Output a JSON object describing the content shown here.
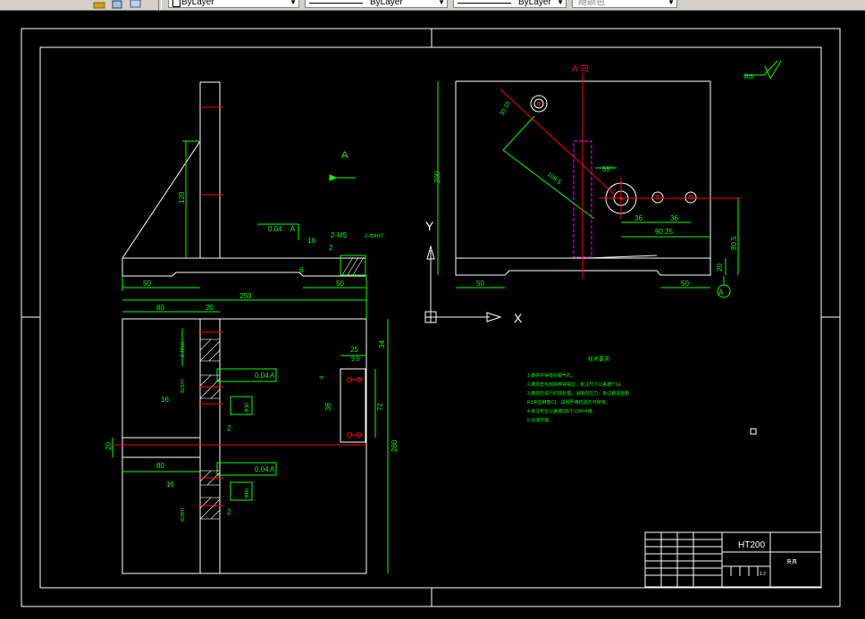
{
  "toolbar": {
    "layer_color": "ByLayer",
    "linetype": "ByLayer",
    "lineweight": "ByLayer",
    "plot_style": "随颜色"
  },
  "drawing": {
    "section_label": "A",
    "view_label": "A 向",
    "roughness_note": "其余",
    "material": "HT200",
    "part_name": "夹具",
    "ucs_x": "X",
    "ucs_y": "Y",
    "datum_a": "A",
    "tech_req": {
      "title": "技术要求",
      "lines": [
        "1.铸件不得有砂眼气孔。",
        "2.铸件去毛刺并倒钝锐边，未注尺寸公差按IT14。",
        "3.铸件应进行时效处理，消除内应力，未注铸造圆角",
        "R3未注倒角C1，需经严格检验方可使用。",
        "4.未注形位公差按GB/T 1184 K级。",
        "5.涂漆防锈。"
      ]
    },
    "dims": {
      "d50a": "50",
      "d250": "250",
      "d50b": "50",
      "d80a": "80",
      "d20a": "20",
      "d120": "120",
      "d16a": "16",
      "tol1": "0.04",
      "tol1_ref": "A",
      "hole_2m5": "2-M5",
      "hole_2phi": "2-Φ4H7",
      "d2a": "2",
      "d6": "6",
      "d2m10": "2-M10",
      "dphi25": "Φ25H7",
      "d16b": "16",
      "tol2": "0.04",
      "tol2_ref": "A",
      "dphi30": "Φ30",
      "d2b": "2",
      "d20b": "20",
      "d80b": "80",
      "tol3": "0.04",
      "tol3_ref": "A",
      "d16c": "16",
      "dphi28": "Φ28H7",
      "dphi60": "Φ60",
      "d2c": "2",
      "d25": "25",
      "d98": "9.8",
      "d34": "34",
      "d8": "8",
      "d36a": "36",
      "d72": "72",
      "d260": "260",
      "d200": "200",
      "d3015": "30.15",
      "d1095": "109.5",
      "d55": "55°",
      "d36b": "36",
      "d36c": "36",
      "d9025": "90.25",
      "d805": "80.5",
      "d20c": "20",
      "d50c": "50",
      "d50d": "50",
      "tb_scale": "1:2"
    }
  }
}
